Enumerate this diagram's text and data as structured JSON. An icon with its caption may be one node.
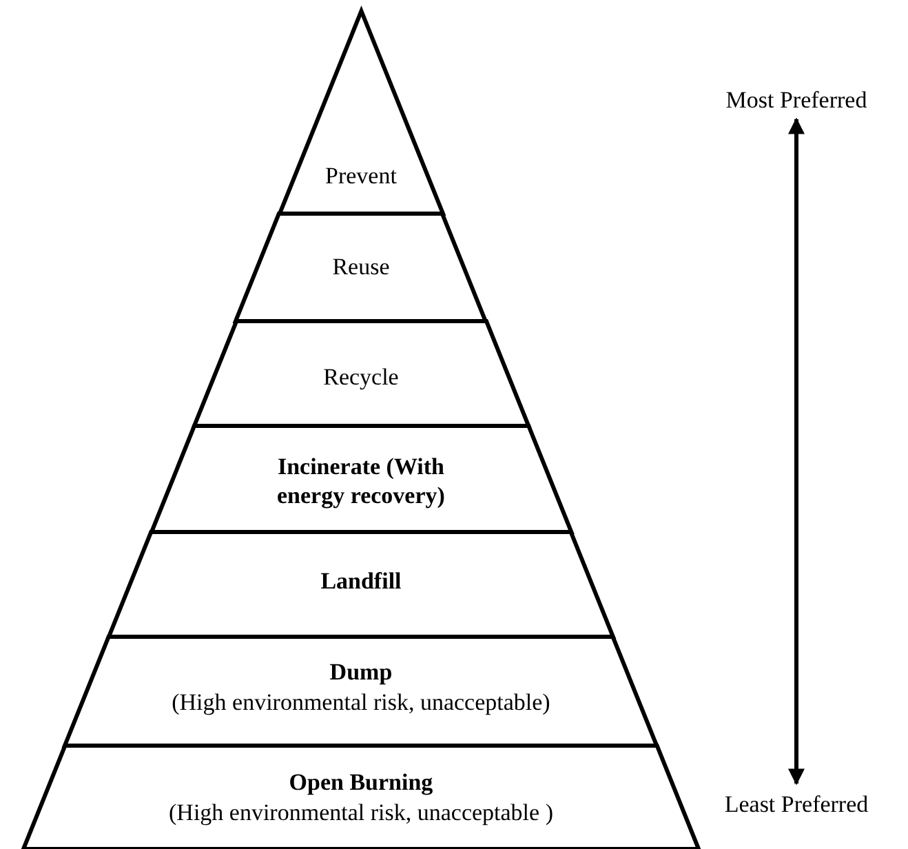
{
  "diagram": {
    "nodes": [
      {
        "text": [
          "Prevent"
        ]
      },
      {
        "text": [
          "Reuse"
        ]
      },
      {
        "text": [
          "Recycle"
        ]
      },
      {
        "text": [
          "Incinerate (With energy recovery)"
        ]
      },
      {
        "text": [
          "Landfill"
        ]
      },
      {
        "text": [
          "Dump",
          "(High environmental risk, unacceptable)"
        ]
      },
      {
        "text": [
          "Open Burning",
          "(High environmental risk, unacceptable )"
        ]
      },
      {
        "text": [
          "Most Preferred"
        ]
      },
      {
        "text": [
          "Least Preferred"
        ]
      }
    ],
    "edges": [
      {
        "from": 7,
        "to": 8,
        "arrow": "both"
      }
    ]
  }
}
